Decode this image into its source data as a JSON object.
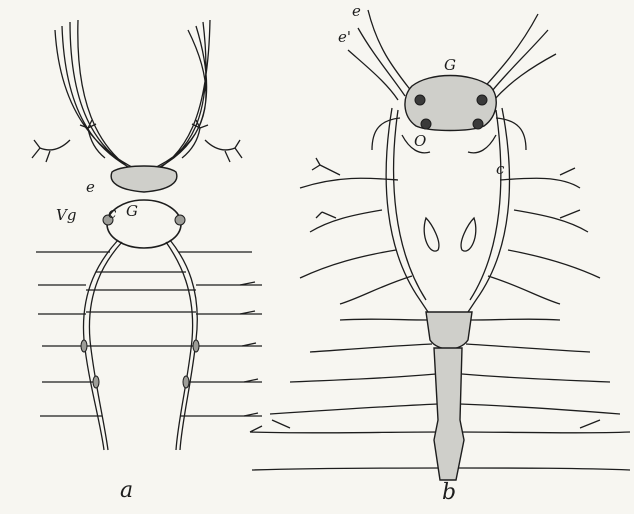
{
  "figure": {
    "panels": [
      {
        "caption": "a",
        "labels": {
          "e": "e",
          "Vg": "Vg",
          "c": "c",
          "G": "G"
        }
      },
      {
        "caption": "b",
        "labels": {
          "e": "e",
          "e_prime": "e'",
          "G": "G",
          "O": "O",
          "c": "c"
        }
      }
    ],
    "colors": {
      "ink": "#1d1d1d",
      "paper": "#f7f6f1",
      "ganglion_fill": "#cfcfca"
    }
  }
}
